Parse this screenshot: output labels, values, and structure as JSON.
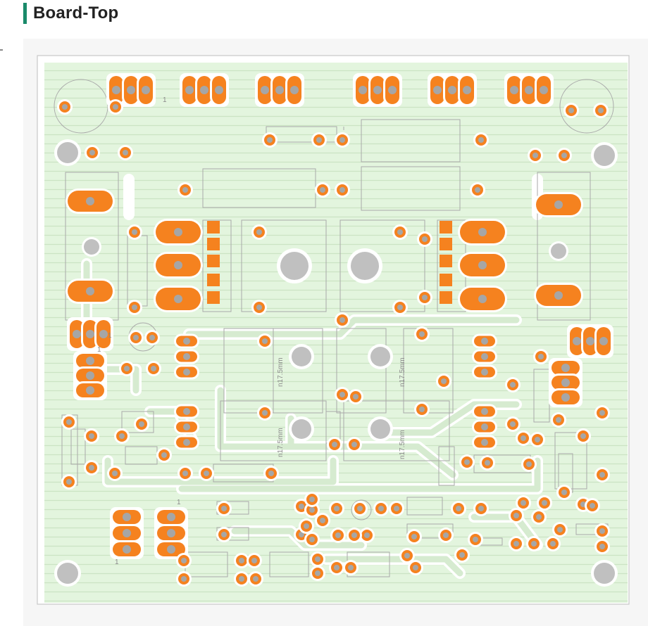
{
  "page_title": "Board-Top",
  "colors": {
    "accent": "#1a8a6a",
    "board_fill": "#e3f5de",
    "copper_line": "#cbe4c4",
    "trace": "#d6ebd0",
    "clearance": "#ffffff",
    "pad": "#f5821f",
    "drill": "#a6a6a6",
    "silkscreen": "#a9a9a9",
    "mounting_hole": "#c0c0c0"
  },
  "silkscreen_labels": {
    "heatsink_1": "n17.5mm",
    "heatsink_2": "n17.5mm",
    "heatsink_3": "n17.5mm",
    "heatsink_4": "n17.5mm",
    "pin1_a": "1",
    "pin1_b": "1",
    "pin1_c": "1",
    "pin1_d": "1",
    "pin1_e": "1"
  }
}
